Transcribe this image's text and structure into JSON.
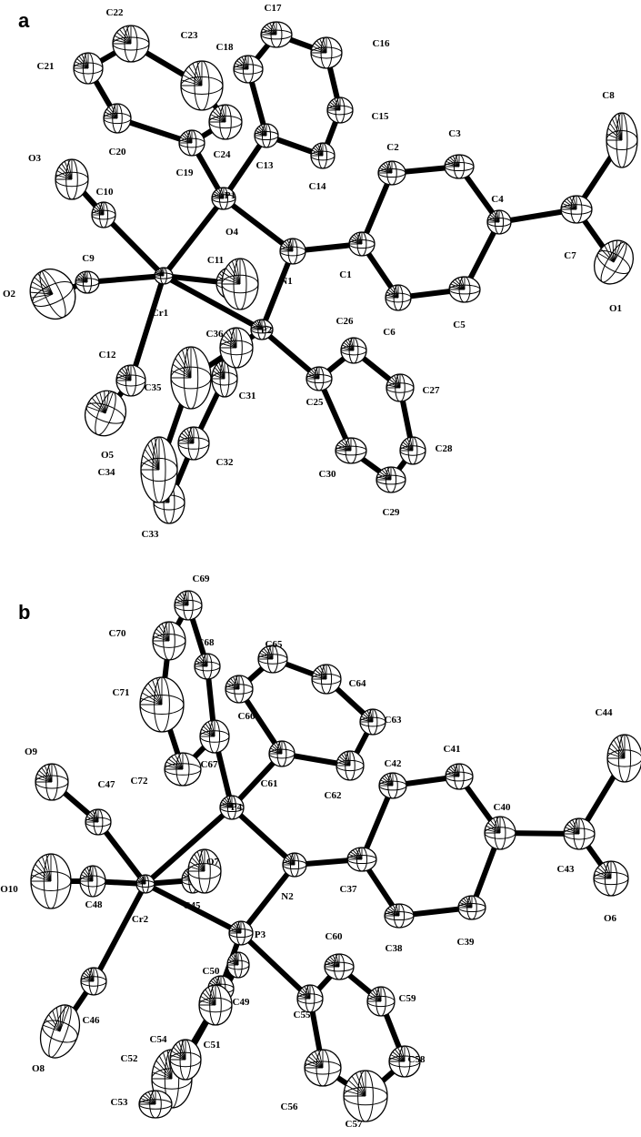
{
  "panels": [
    {
      "label": "a",
      "atoms": [
        "C1",
        "C2",
        "C3",
        "C4",
        "C5",
        "C6",
        "C7",
        "C8",
        "O1",
        "N1",
        "P1",
        "P2",
        "Cr1",
        "C9",
        "C10",
        "C11",
        "C12",
        "O2",
        "O3",
        "O4",
        "O5",
        "C13",
        "C14",
        "C15",
        "C16",
        "C17",
        "C18",
        "C19",
        "C20",
        "C21",
        "C22",
        "C23",
        "C24",
        "C25",
        "C26",
        "C27",
        "C28",
        "C29",
        "C30",
        "C31",
        "C32",
        "C33",
        "C34",
        "C35",
        "C36"
      ]
    },
    {
      "label": "b",
      "atoms": [
        "C37",
        "C38",
        "C39",
        "C40",
        "C41",
        "C42",
        "C43",
        "C44",
        "O6",
        "N2",
        "P3",
        "P4",
        "Cr2",
        "C45",
        "C46",
        "C47",
        "C48",
        "O7",
        "O8",
        "O9",
        "O10",
        "C49",
        "C50",
        "C51",
        "C52",
        "C53",
        "C54",
        "C55",
        "C56",
        "C57",
        "C58",
        "C59",
        "C60",
        "C61",
        "C62",
        "C63",
        "C64",
        "C65",
        "C66",
        "C67",
        "C68",
        "C69",
        "C70",
        "C71",
        "C72"
      ]
    }
  ]
}
